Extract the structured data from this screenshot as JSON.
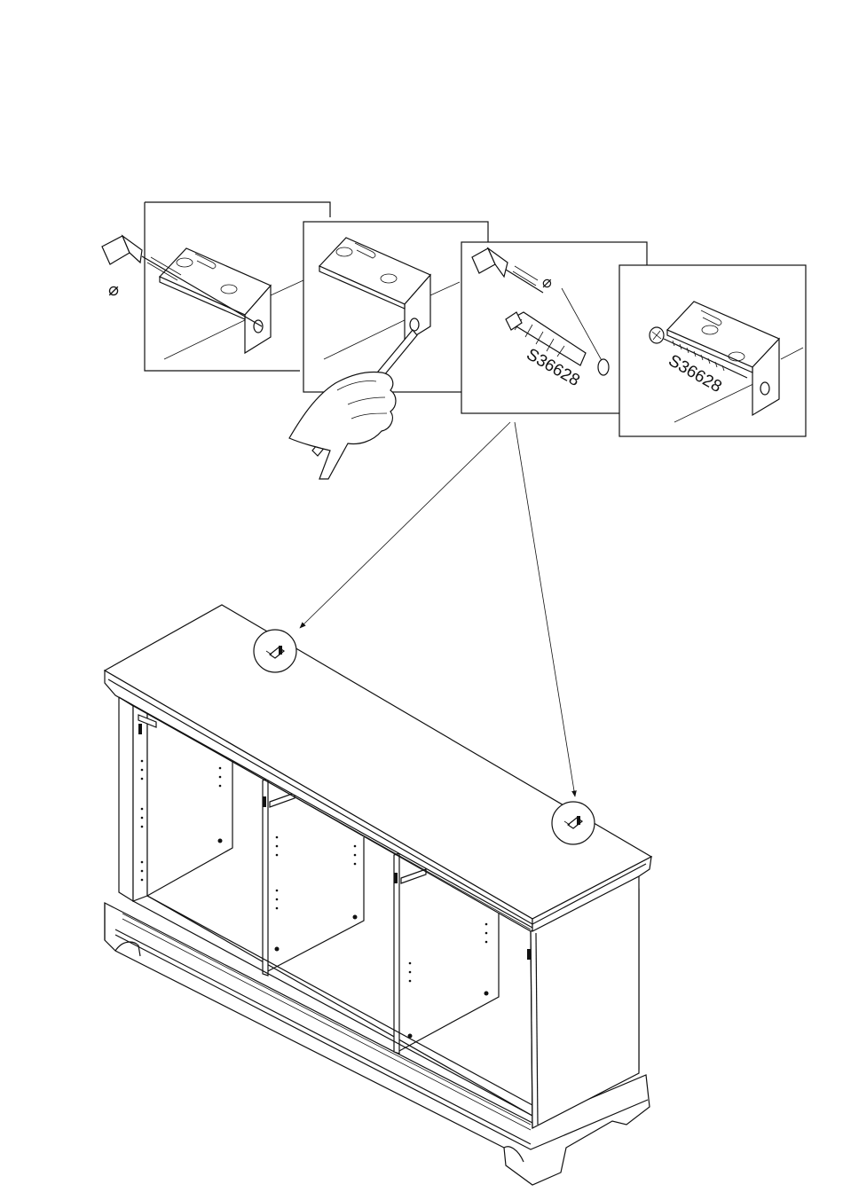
{
  "panels": [
    {
      "id": "drill-bracket-hole",
      "part_code": ""
    },
    {
      "id": "mark-wall-through-bracket",
      "part_code": ""
    },
    {
      "id": "drill-wall-insert-plug",
      "part_code": "S36628"
    },
    {
      "id": "screw-bracket-to-wall",
      "part_code": "S36628"
    }
  ],
  "symbols": {
    "diameter": "⌀"
  },
  "cabinet": {
    "compartments": 3,
    "wall_brackets": 2
  },
  "colors": {
    "line": "#111111",
    "background": "#ffffff"
  }
}
